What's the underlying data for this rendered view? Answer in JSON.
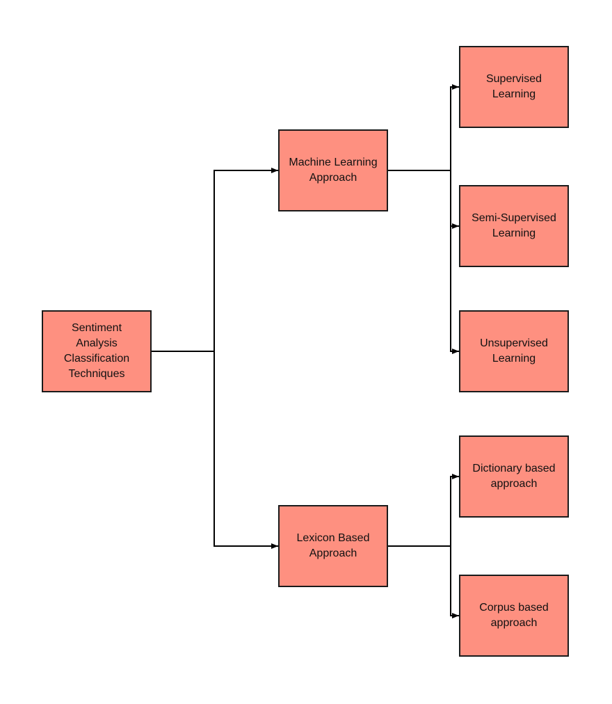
{
  "colors": {
    "node_fill": "#FE9080",
    "node_border": "#1A1A1A",
    "connector": "#000000"
  },
  "nodes": {
    "root": {
      "label": "Sentiment\nAnalysis\nClassification\nTechniques"
    },
    "ml": {
      "label": "Machine Learning\nApproach"
    },
    "lexicon": {
      "label": "Lexicon Based\nApproach"
    },
    "supervised": {
      "label": "Supervised\nLearning"
    },
    "semi": {
      "label": "Semi-Supervised\nLearning"
    },
    "unsupervised": {
      "label": "Unsupervised\nLearning"
    },
    "dictionary": {
      "label": "Dictionary based\napproach"
    },
    "corpus": {
      "label": "Corpus based\napproach"
    }
  },
  "edges": [
    {
      "from": "root",
      "to": "ml"
    },
    {
      "from": "root",
      "to": "lexicon"
    },
    {
      "from": "ml",
      "to": "supervised"
    },
    {
      "from": "ml",
      "to": "semi"
    },
    {
      "from": "ml",
      "to": "unsupervised"
    },
    {
      "from": "lexicon",
      "to": "dictionary"
    },
    {
      "from": "lexicon",
      "to": "corpus"
    }
  ]
}
